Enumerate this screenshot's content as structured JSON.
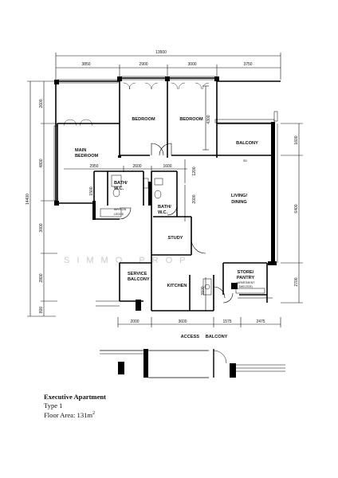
{
  "plan": {
    "total_width": "13500",
    "total_depth": "14400",
    "top_dimensions": [
      "3850",
      "2900",
      "3000",
      "3750"
    ],
    "left_dimensions": [
      "2600",
      "4800",
      "3000",
      "2800",
      "800"
    ],
    "right_dimensions": [
      "1600",
      "6400",
      "2700"
    ],
    "bottom_dimensions": [
      "2000",
      "3600",
      "1575",
      "2475"
    ],
    "inner_dimensions": [
      "4300",
      "2950",
      "2600",
      "1600",
      "1200",
      "1500",
      "2000",
      "3100"
    ],
    "rooms": {
      "bedroom_1": "BEDROOM",
      "bedroom_2": "BEDROOM",
      "main_bedroom_1": "MAIN",
      "main_bedroom_2": "BEDROOM",
      "balcony_top": "BALCONY",
      "bath_1_line1": "BATH/",
      "bath_1_line2": "W.C.",
      "bath_2_line1": "BATH/",
      "bath_2_line2": "W.C.",
      "aircon_1": "AIR-CON",
      "aircon_2": "LEDGE",
      "living_1": "LIVING/",
      "living_2": "DINING",
      "study": "STUDY",
      "service_1": "SERVICE",
      "service_2": "BALCONY",
      "kitchen": "KITCHEN",
      "store_1": "STORE/",
      "store_2": "PANTRY",
      "store_3": "(APARTMENT",
      "store_4": "SHELTER)",
      "access_balcony": "ACCESS     BALCONY",
      "small_tag": "SD"
    },
    "watermark": "SIMMO PROP"
  },
  "caption": {
    "title": "Executive Apartment",
    "type": "Type 1",
    "area_prefix": "Floor Area: 131m",
    "area_sup": "2"
  }
}
